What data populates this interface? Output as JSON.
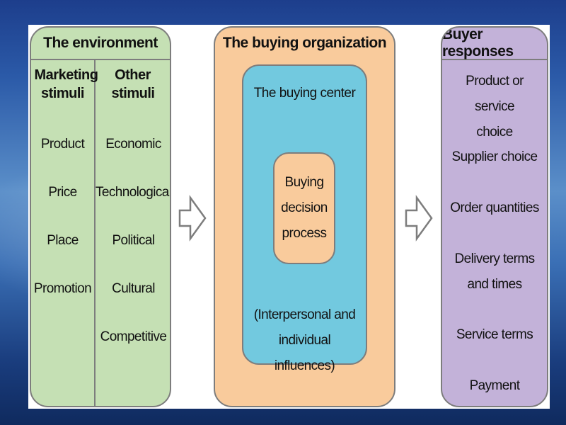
{
  "environment": {
    "title": "The environment",
    "marketing_title": "Marketing stimuli",
    "other_title": "Other stimuli",
    "marketing_items": [
      "Product",
      "Price",
      "Place",
      "Promotion"
    ],
    "other_items": [
      "Economic",
      "Technological",
      "Political",
      "Cultural",
      "Competitive"
    ]
  },
  "organization": {
    "title": "The buying organization",
    "center_title": "The buying center",
    "process": "Buying decision process",
    "influences": "(Interpersonal and individual influences)"
  },
  "responses": {
    "title": "Buyer responses",
    "items": [
      "Product or service choice",
      "Supplier choice",
      "Order quantities",
      "Delivery terms and times",
      "Service terms",
      "Payment"
    ]
  },
  "colors": {
    "environment": "#c5e0b4",
    "organization": "#f9cb9c",
    "buying_center": "#72c9df",
    "responses": "#c3b2d9"
  },
  "icons": [
    "arrow-right-outline-icon",
    "arrow-right-outline-icon"
  ]
}
